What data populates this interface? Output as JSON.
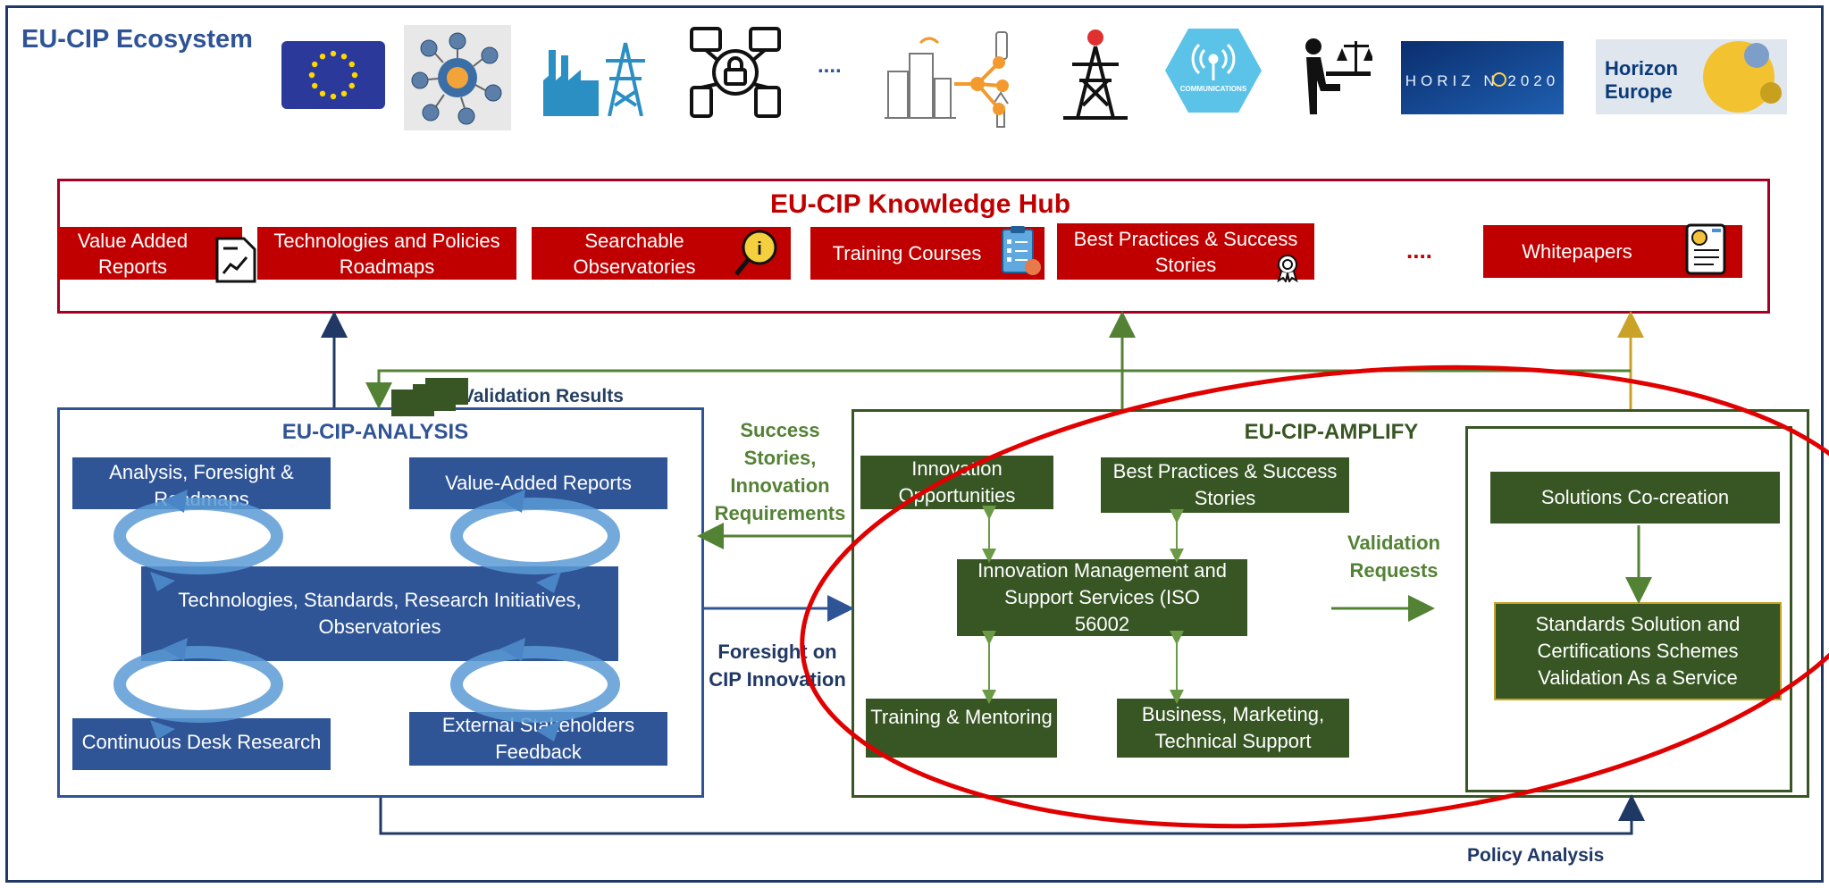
{
  "ecosystem": {
    "title": "EU-CIP Ecosystem",
    "logos": [
      "eu-flag-icon",
      "network-people-icon",
      "factory-powerline-icon",
      "security-devices-icon",
      "city-network-icon",
      "transmission-tower-icon",
      "communications-icon",
      "person-justice-icon",
      "horizon-2020-logo",
      "horizon-europe-logo"
    ],
    "ellipsis": "....",
    "communications_text": "COMMUNICATIONS",
    "horizon2020_text": "HORIZ   N 2020",
    "horizon_europe_text": "Horizon\nEurope"
  },
  "knowledge_hub": {
    "title": "EU-CIP Knowledge Hub",
    "items": [
      {
        "label": "Value Added Reports",
        "icon": "report-chart-icon"
      },
      {
        "label": "Technologies and Policies Roadmaps",
        "icon": ""
      },
      {
        "label": "Searchable Observatories",
        "icon": "magnifier-info-icon"
      },
      {
        "label": "Training Courses",
        "icon": "checklist-icon"
      },
      {
        "label": "Best Practices & Success Stories",
        "icon": "award-ribbon-icon"
      },
      {
        "label": "Whitepapers",
        "icon": "scroll-certificate-icon"
      }
    ],
    "ellipsis": "...."
  },
  "analysis": {
    "title": "EU-CIP-ANALYSIS",
    "boxes": {
      "foresight": "Analysis, Foresight & Roadmaps",
      "value_added": "Value-Added Reports",
      "technologies": "Technologies, Standards, Research Initiatives, Observatories",
      "desk_research": "Continuous Desk Research",
      "stakeholders": "External Stakeholders Feedback"
    }
  },
  "amplify": {
    "title": "EU-CIP-AMPLIFY",
    "boxes": {
      "innovation_opportunities": "Innovation Opportunities",
      "best_practices": "Best Practices & Success Stories",
      "innovation_management": "Innovation Management and Support Services (ISO 56002",
      "training": "Training & Mentoring",
      "business": "Business, Marketing, Technical Support",
      "co_creation": "Solutions Co-creation",
      "standards": "Standards Solution and Certifications Schemes Validation As a Service"
    }
  },
  "flow_labels": {
    "validation_results": "Validation Results",
    "success_stories": "Success Stories, Innovation Requirements",
    "foresight_cip": "Foresight on CIP Innovation",
    "validation_requests": "Validation Requests",
    "policy_analysis": "Policy Analysis"
  },
  "colors": {
    "hub_red": "#c00000",
    "analysis_blue": "#2f5597",
    "amplify_green": "#375623",
    "label_green": "#548235",
    "navy": "#1f3864",
    "highlight_ellipse": "#e00000",
    "gold_arrow": "#c9a227"
  }
}
